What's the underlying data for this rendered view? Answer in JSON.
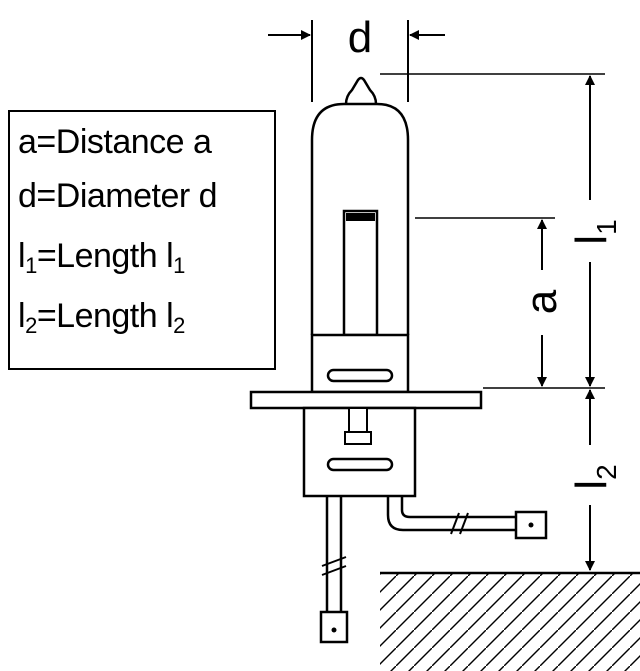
{
  "legend": {
    "items": [
      {
        "text": "a=Distance a"
      },
      {
        "text": "d=Diameter d"
      },
      {
        "pre": "l",
        "sub1": "1",
        "mid": "=Length l",
        "sub2": "1"
      },
      {
        "pre": "l",
        "sub1": "2",
        "mid": "=Length l",
        "sub2": "2"
      }
    ]
  },
  "dimensions": {
    "d": "d",
    "a": "a",
    "l1_main": "l",
    "l1_sub": "1",
    "l2_main": "l",
    "l2_sub": "2"
  }
}
